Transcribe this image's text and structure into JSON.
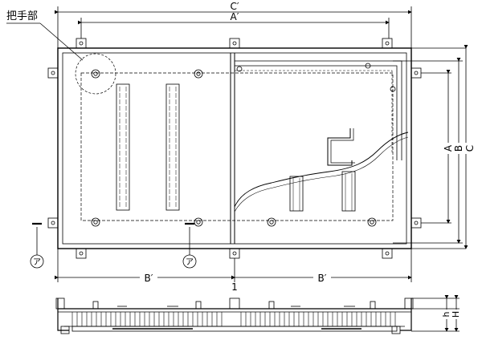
{
  "labels": {
    "handle": "把手部",
    "c_prime": "C′",
    "a_prime": "A′",
    "a": "A",
    "b": "B",
    "c": "C",
    "b_prime": "B′",
    "one": "1",
    "h_lower": "h",
    "h_upper": "H",
    "a_mark": "ア"
  }
}
